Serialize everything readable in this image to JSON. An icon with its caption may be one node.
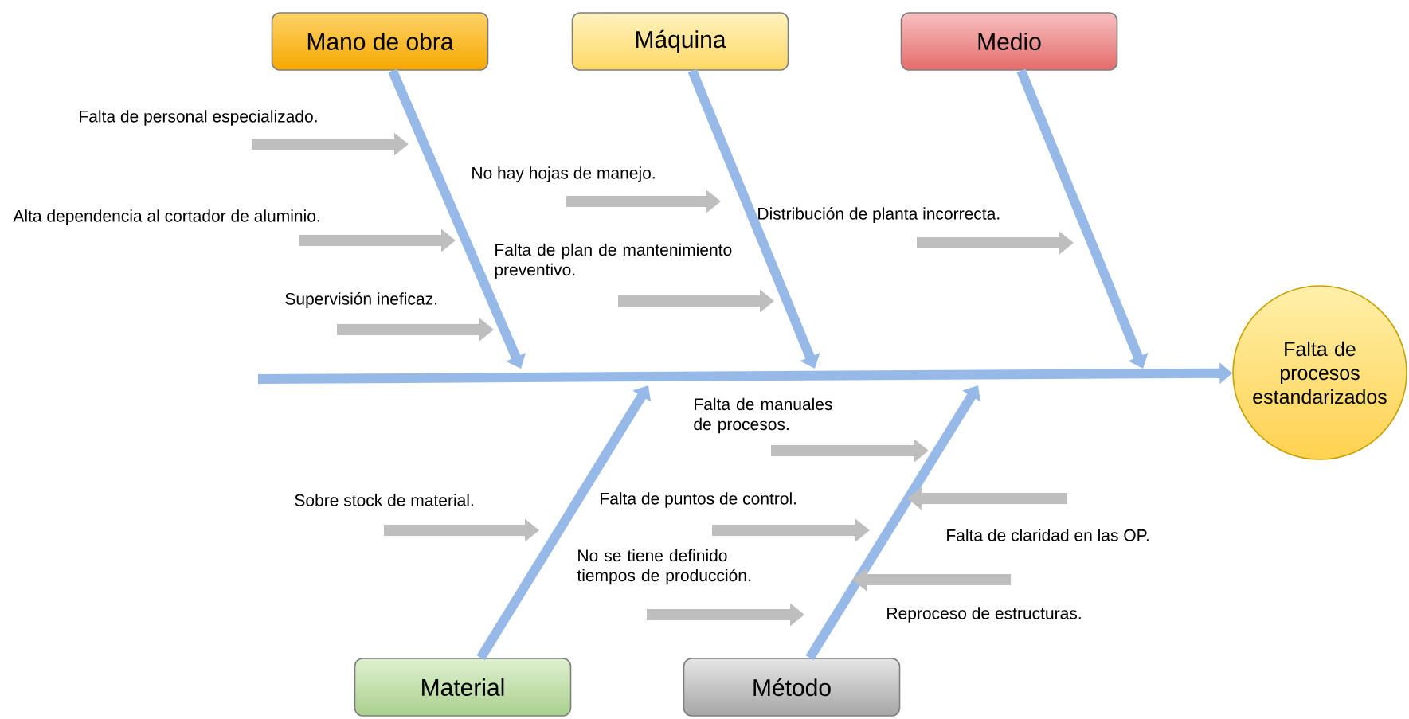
{
  "diagram": {
    "nodes": [
      {
        "text": [
          "Mano de obra"
        ]
      },
      {
        "text": [
          "Máquina"
        ]
      },
      {
        "text": [
          "Medio"
        ]
      },
      {
        "text": [
          "Falta de personal especializado."
        ]
      },
      {
        "text": [
          "No hay hojas de manejo."
        ]
      },
      {
        "text": [
          "Alta dependencia al cortador de aluminio."
        ]
      },
      {
        "text": [
          "Distribución de planta incorrecta."
        ]
      },
      {
        "text": [
          "Falta de plan de mantenimiento preventivo."
        ]
      },
      {
        "text": [
          "Supervisión ineficaz."
        ]
      },
      {
        "text": [
          "Falta de procesos estandarizados"
        ]
      },
      {
        "text": [
          "Falta de manuales de procesos."
        ]
      },
      {
        "text": [
          "Sobre stock de material."
        ]
      },
      {
        "text": [
          "Falta de puntos de control."
        ]
      },
      {
        "text": [
          "Falta de claridad en las OP."
        ]
      },
      {
        "text": [
          "No se tiene definido tiempos de producción."
        ]
      },
      {
        "text": [
          "Reproceso de estructuras."
        ]
      },
      {
        "text": [
          "Material"
        ]
      },
      {
        "text": [
          "Método"
        ]
      }
    ],
    "edges": [
      {
        "from": 0,
        "to": null,
        "arrow": "to"
      },
      {
        "from": 1,
        "to": null,
        "arrow": "to"
      },
      {
        "from": 2,
        "to": null,
        "arrow": "to"
      },
      {
        "from": 16,
        "to": null,
        "arrow": "to"
      },
      {
        "from": 17,
        "to": null,
        "arrow": "to"
      },
      {
        "from": null,
        "to": 9,
        "arrow": "to"
      },
      {
        "from": 3,
        "to": null,
        "arrow": "to"
      },
      {
        "from": 4,
        "to": null,
        "arrow": "to"
      },
      {
        "from": 5,
        "to": null,
        "arrow": "to"
      },
      {
        "from": 6,
        "to": null,
        "arrow": "to"
      },
      {
        "from": 7,
        "to": null,
        "arrow": "to"
      },
      {
        "from": 8,
        "to": null,
        "arrow": "to"
      },
      {
        "from": 10,
        "to": null,
        "arrow": "to"
      },
      {
        "from": 11,
        "to": null,
        "arrow": "to"
      },
      {
        "from": 12,
        "to": null,
        "arrow": "to"
      },
      {
        "from": 13,
        "to": null,
        "arrow": "to"
      },
      {
        "from": 14,
        "to": null,
        "arrow": "to"
      },
      {
        "from": 15,
        "to": null,
        "arrow": "to"
      }
    ]
  }
}
